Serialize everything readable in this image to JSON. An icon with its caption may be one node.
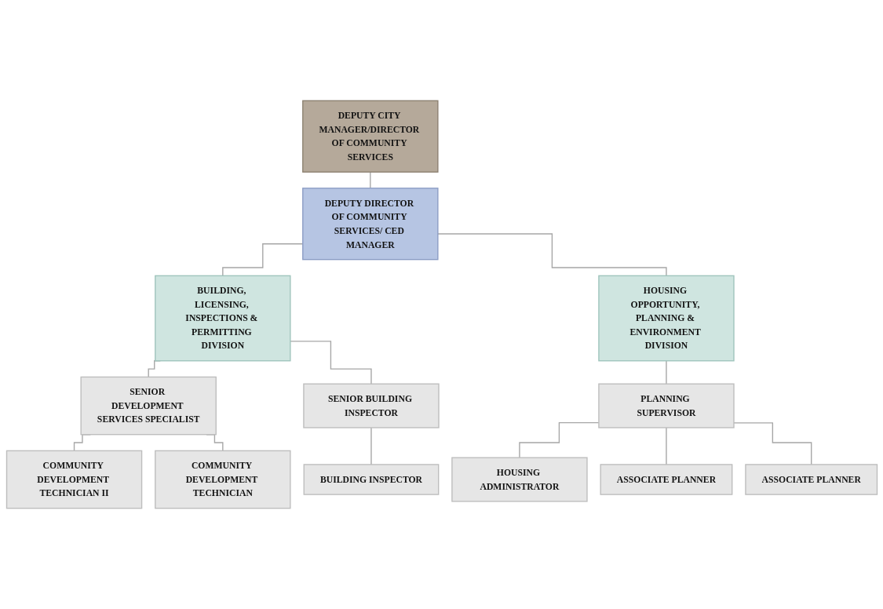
{
  "diagram": {
    "nodes": [
      {
        "text": [
          "DEPUTY CITY MANAGER/DIRECTOR OF COMMUNITY SERVICES"
        ]
      },
      {
        "text": [
          "DEPUTY DIRECTOR OF COMMUNITY SERVICES/ CED MANAGER"
        ]
      },
      {
        "text": [
          "BUILDING, LICENSING, INSPECTIONS & PERMITTING DIVISION"
        ]
      },
      {
        "text": [
          "HOUSING OPPORTUNITY, PLANNING & ENVIRONMENT DIVISION"
        ]
      },
      {
        "text": [
          "SENIOR DEVELOPMENT SERVICES SPECIALIST"
        ]
      },
      {
        "text": [
          "SENIOR BUILDING INSPECTOR"
        ]
      },
      {
        "text": [
          "COMMUNITY DEVELOPMENT TECHNICIAN II"
        ]
      },
      {
        "text": [
          "COMMUNITY DEVELOPMENT TECHNICIAN"
        ]
      },
      {
        "text": [
          "BUILDING INSPECTOR"
        ]
      },
      {
        "text": [
          "PLANNING SUPERVISOR"
        ]
      },
      {
        "text": [
          "HOUSING ADMINISTRATOR"
        ]
      },
      {
        "text": [
          "ASSOCIATE PLANNER"
        ]
      },
      {
        "text": [
          "ASSOCIATE PLANNER"
        ]
      }
    ],
    "edges": [
      {
        "from": 0,
        "to": 1,
        "arrow": "none"
      },
      {
        "from": 1,
        "to": 2,
        "arrow": "none"
      },
      {
        "from": 1,
        "to": 3,
        "arrow": "none"
      },
      {
        "from": 2,
        "to": 4,
        "arrow": "none"
      },
      {
        "from": 2,
        "to": 5,
        "arrow": "none"
      },
      {
        "from": 4,
        "to": 6,
        "arrow": "none"
      },
      {
        "from": 4,
        "to": 7,
        "arrow": "none"
      },
      {
        "from": 5,
        "to": 8,
        "arrow": "none"
      },
      {
        "from": 3,
        "to": 9,
        "arrow": "none"
      },
      {
        "from": 9,
        "to": 10,
        "arrow": "none"
      },
      {
        "from": 9,
        "to": 11,
        "arrow": "none"
      },
      {
        "from": 9,
        "to": 12,
        "arrow": "none"
      }
    ]
  }
}
